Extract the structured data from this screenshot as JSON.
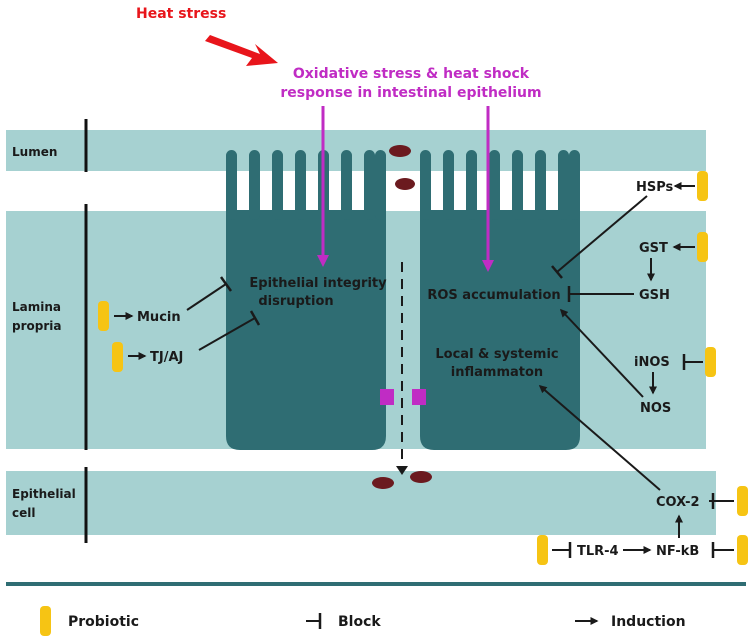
{
  "colors": {
    "band": "#a6d1d1",
    "cell": "#2f6d73",
    "magenta": "#c02cc4",
    "red": "#e8151b",
    "probiotic": "#f6c414",
    "granule": "#6b1a1f",
    "ink": "#1a1a1a",
    "divider": "#2f6d73"
  },
  "title": {
    "heat_stress": "Heat stress",
    "oxidative_line1": "Oxidative stress & heat shock",
    "oxidative_line2": "response in intestinal epithelium"
  },
  "regions": {
    "lumen": "Lumen",
    "lamina_line1": "Lamina",
    "lamina_line2": "propria",
    "epithelial_line1": "Epithelial",
    "epithelial_line2": "cell"
  },
  "nodes": {
    "epithelial_line1": "Epithelial integrity",
    "epithelial_line2": "disruption",
    "ros": "ROS accumulation",
    "inflammation_line1": "Local & systemic",
    "inflammation_line2": "inflammaton",
    "mucin": "Mucin",
    "tjaj": "TJ/AJ",
    "hsps": "HSPs",
    "gst": "GST",
    "gsh": "GSH",
    "inos": "iNOS",
    "nos": "NOS",
    "cox2": "COX-2",
    "tlr4": "TLR-4",
    "nfkb": "NF-kB"
  },
  "legend": {
    "probiotic": "Probiotic",
    "block": "Block",
    "induction": "Induction"
  }
}
